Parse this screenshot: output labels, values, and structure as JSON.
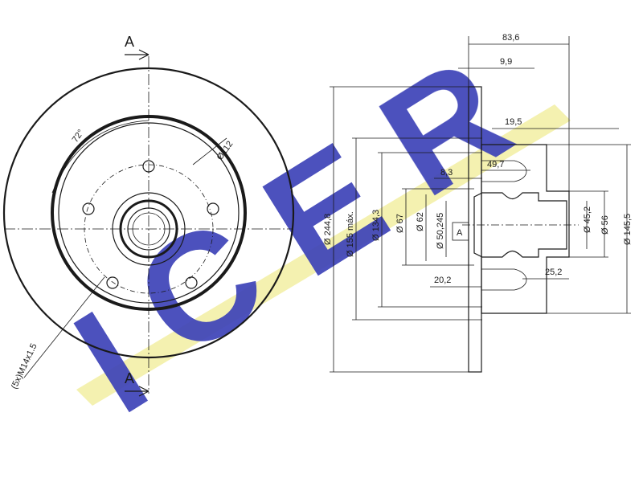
{
  "section_labels": {
    "top": "A",
    "bottom": "A",
    "boxed": "A"
  },
  "left_view": {
    "angle": "72°",
    "pcd": "Ø112",
    "thread": "(5x)M14x1.5"
  },
  "section_dims": {
    "d83_6": "83,6",
    "d9_9": "9,9",
    "d19_5": "19,5",
    "d8_3": "8,3",
    "d49_7": "49,7",
    "d20_2": "20,2",
    "d25_2": "25,2",
    "d244_8": "Ø 244,8",
    "d155": "Ø 155 máx.",
    "d134_3": "Ø 134,3",
    "d67": "Ø 67",
    "d62": "Ø 62",
    "d50_245": "Ø 50,245",
    "d45_2": "Ø 45,2",
    "d56": "Ø 56",
    "d145_5": "Ø 145,5"
  },
  "watermark": {
    "letters": [
      "I",
      "C",
      "E",
      "R"
    ],
    "color": "#3c42b8",
    "swoosh_color": "#f4f1b0"
  }
}
